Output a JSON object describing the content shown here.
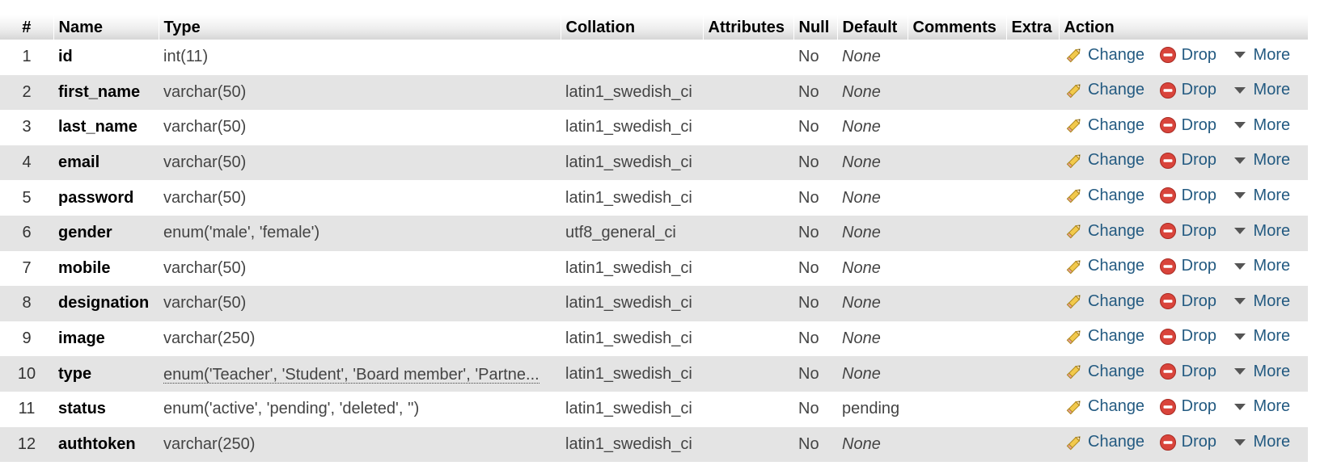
{
  "columns": {
    "num": "#",
    "name": "Name",
    "type": "Type",
    "collation": "Collation",
    "attributes": "Attributes",
    "null": "Null",
    "default": "Default",
    "comments": "Comments",
    "extra": "Extra",
    "action": "Action"
  },
  "actions": {
    "change": "Change",
    "drop": "Drop",
    "more": "More"
  },
  "icons": {
    "change": "pencil-icon",
    "drop": "drop-icon",
    "more": "dropdown-triangle-icon"
  },
  "colors": {
    "link": "#235a81",
    "row_alt": "#e4e4e4",
    "drop_red": "#d9443b"
  },
  "rows": [
    {
      "num": "1",
      "name": "id",
      "type": "int(11)",
      "collation": "",
      "attributes": "",
      "null": "No",
      "default": "None",
      "comments": "",
      "extra": ""
    },
    {
      "num": "2",
      "name": "first_name",
      "type": "varchar(50)",
      "collation": "latin1_swedish_ci",
      "attributes": "",
      "null": "No",
      "default": "None",
      "comments": "",
      "extra": ""
    },
    {
      "num": "3",
      "name": "last_name",
      "type": "varchar(50)",
      "collation": "latin1_swedish_ci",
      "attributes": "",
      "null": "No",
      "default": "None",
      "comments": "",
      "extra": ""
    },
    {
      "num": "4",
      "name": "email",
      "type": "varchar(50)",
      "collation": "latin1_swedish_ci",
      "attributes": "",
      "null": "No",
      "default": "None",
      "comments": "",
      "extra": ""
    },
    {
      "num": "5",
      "name": "password",
      "type": "varchar(50)",
      "collation": "latin1_swedish_ci",
      "attributes": "",
      "null": "No",
      "default": "None",
      "comments": "",
      "extra": ""
    },
    {
      "num": "6",
      "name": "gender",
      "type": "enum('male', 'female')",
      "collation": "utf8_general_ci",
      "attributes": "",
      "null": "No",
      "default": "None",
      "comments": "",
      "extra": ""
    },
    {
      "num": "7",
      "name": "mobile",
      "type": "varchar(50)",
      "collation": "latin1_swedish_ci",
      "attributes": "",
      "null": "No",
      "default": "None",
      "comments": "",
      "extra": ""
    },
    {
      "num": "8",
      "name": "designation",
      "type": "varchar(50)",
      "collation": "latin1_swedish_ci",
      "attributes": "",
      "null": "No",
      "default": "None",
      "comments": "",
      "extra": ""
    },
    {
      "num": "9",
      "name": "image",
      "type": "varchar(250)",
      "collation": "latin1_swedish_ci",
      "attributes": "",
      "null": "No",
      "default": "None",
      "comments": "",
      "extra": ""
    },
    {
      "num": "10",
      "name": "type",
      "type": "enum('Teacher', 'Student', 'Board member', 'Partne...",
      "type_truncated": true,
      "collation": "latin1_swedish_ci",
      "attributes": "",
      "null": "No",
      "default": "None",
      "comments": "",
      "extra": ""
    },
    {
      "num": "11",
      "name": "status",
      "type": "enum('active', 'pending', 'deleted', '')",
      "collation": "latin1_swedish_ci",
      "attributes": "",
      "null": "No",
      "default": "pending",
      "comments": "",
      "extra": ""
    },
    {
      "num": "12",
      "name": "authtoken",
      "type": "varchar(250)",
      "collation": "latin1_swedish_ci",
      "attributes": "",
      "null": "No",
      "default": "None",
      "comments": "",
      "extra": ""
    }
  ]
}
